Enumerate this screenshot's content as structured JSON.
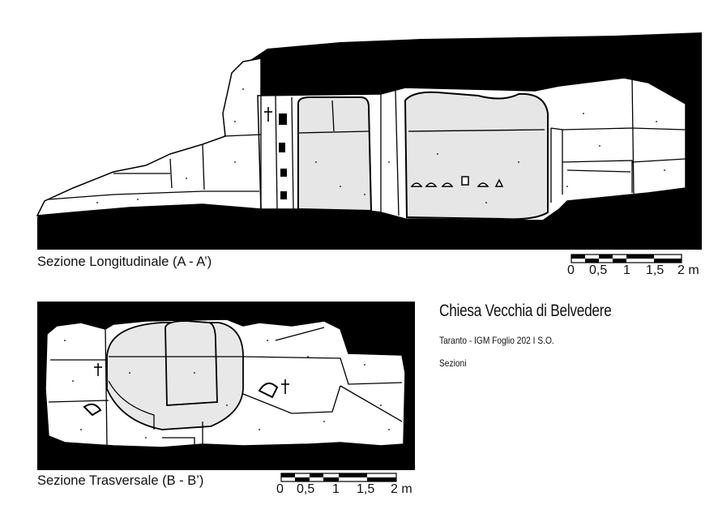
{
  "sections": {
    "longitudinal": {
      "caption": "Sezione Longitudinale (A - A’)"
    },
    "transverse": {
      "caption": "Sezione Trasversale (B - B’)"
    }
  },
  "scale_bar": {
    "ticks": [
      "0",
      "0,5",
      "1",
      "1,5",
      "2 m"
    ]
  },
  "info": {
    "title": "Chiesa Vecchia di Belvedere",
    "location": "Taranto - IGM Foglio 202  I  S.O.",
    "subtitle": "Sezioni"
  }
}
